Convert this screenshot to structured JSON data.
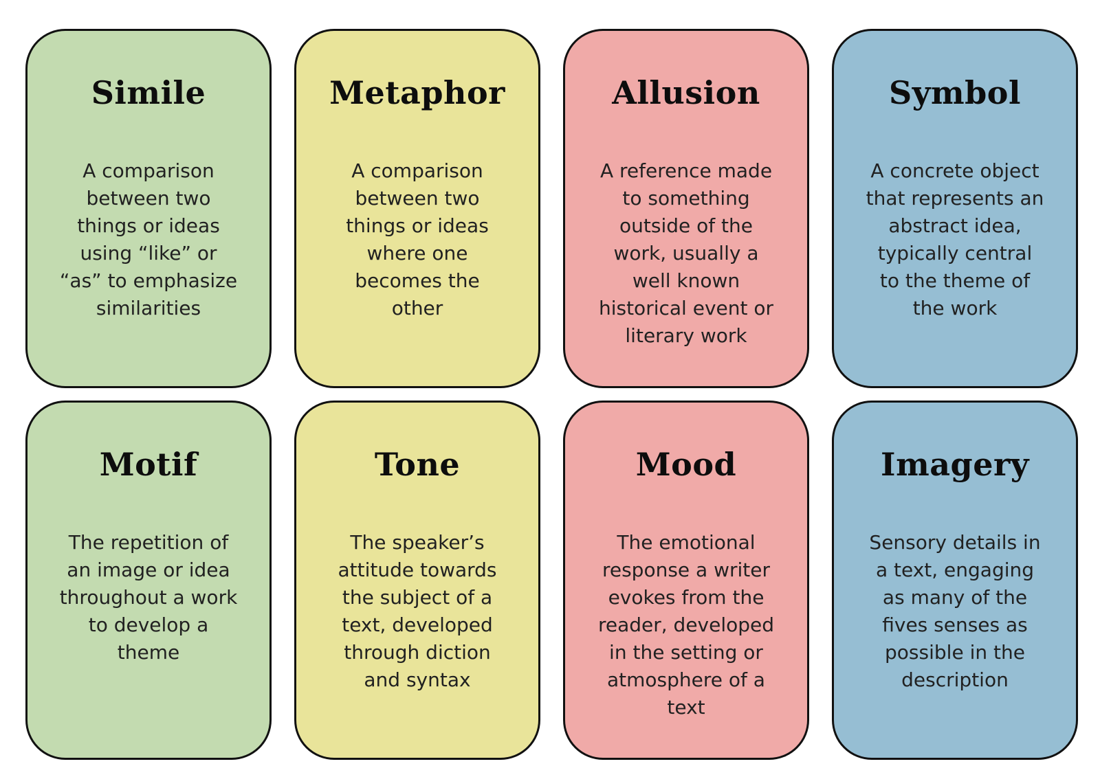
{
  "page": {
    "background": "#ffffff",
    "border_color": "#111111",
    "title_color": "#0d0d0d",
    "text_color": "#212121"
  },
  "cards": [
    {
      "title": "Simile",
      "color": "#c3dbb0",
      "definition": "A comparison\nbetween two\nthings or ideas\nusing “like” or\n“as” to emphasize\nsimilarities"
    },
    {
      "title": "Metaphor",
      "color": "#e9e49a",
      "definition": "A comparison\nbetween two\nthings or ideas\nwhere one\nbecomes the\nother"
    },
    {
      "title": "Allusion",
      "color": "#f0aaa8",
      "definition": "A reference made\nto something\noutside of the\nwork, usually a\nwell known\nhistorical event or\nliterary work"
    },
    {
      "title": "Symbol",
      "color": "#96bed3",
      "definition": "A concrete object\nthat represents an\nabstract idea,\ntypically central\nto the theme of\nthe work"
    },
    {
      "title": "Motif",
      "color": "#c3dbb0",
      "definition": "The repetition of\nan image or idea\nthroughout a work\nto develop a\ntheme"
    },
    {
      "title": "Tone",
      "color": "#e9e49a",
      "definition": "The speaker’s\nattitude towards\nthe subject of a\ntext, developed\nthrough diction\nand syntax"
    },
    {
      "title": "Mood",
      "color": "#f0aaa8",
      "definition": "The emotional\nresponse a writer\nevokes from the\nreader, developed\nin the setting or\natmosphere of a\ntext"
    },
    {
      "title": "Imagery",
      "color": "#96bed3",
      "definition": "Sensory details in\na text, engaging\nas many of the\nfives senses as\npossible in the\ndescription"
    }
  ]
}
